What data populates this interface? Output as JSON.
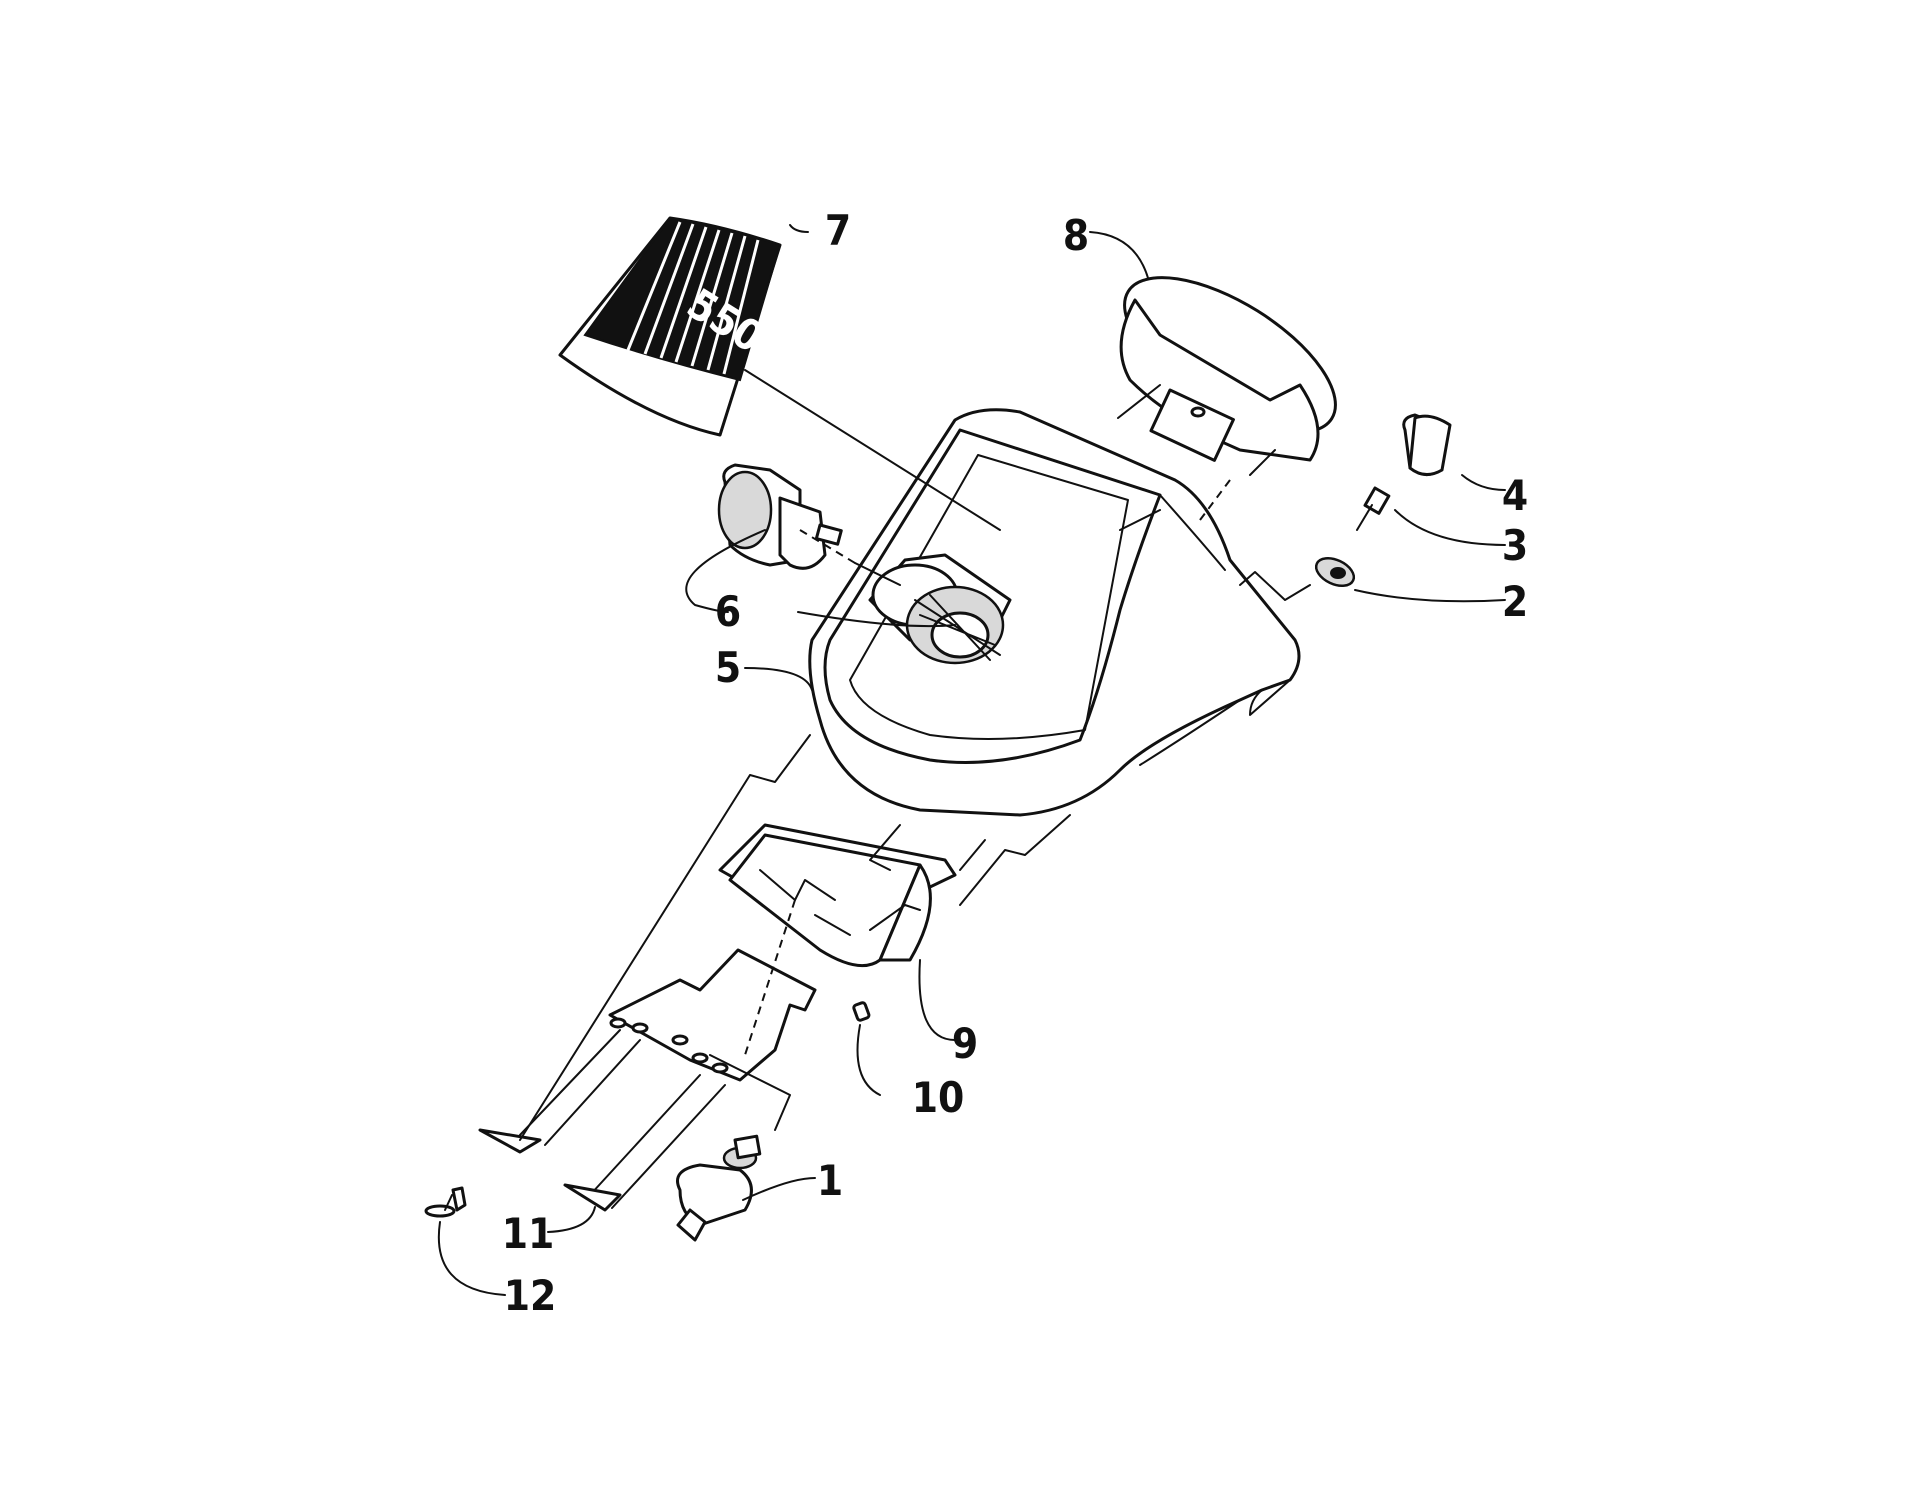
{
  "diagram": {
    "callouts": [
      {
        "id": "1",
        "label": "1"
      },
      {
        "id": "2",
        "label": "2"
      },
      {
        "id": "3",
        "label": "3"
      },
      {
        "id": "4",
        "label": "4"
      },
      {
        "id": "5",
        "label": "5"
      },
      {
        "id": "6",
        "label": "6"
      },
      {
        "id": "7",
        "label": "7"
      },
      {
        "id": "8",
        "label": "8"
      },
      {
        "id": "9",
        "label": "9"
      },
      {
        "id": "10",
        "label": "10"
      },
      {
        "id": "11",
        "label": "11"
      },
      {
        "id": "12",
        "label": "12"
      }
    ],
    "decal_text": "550"
  }
}
